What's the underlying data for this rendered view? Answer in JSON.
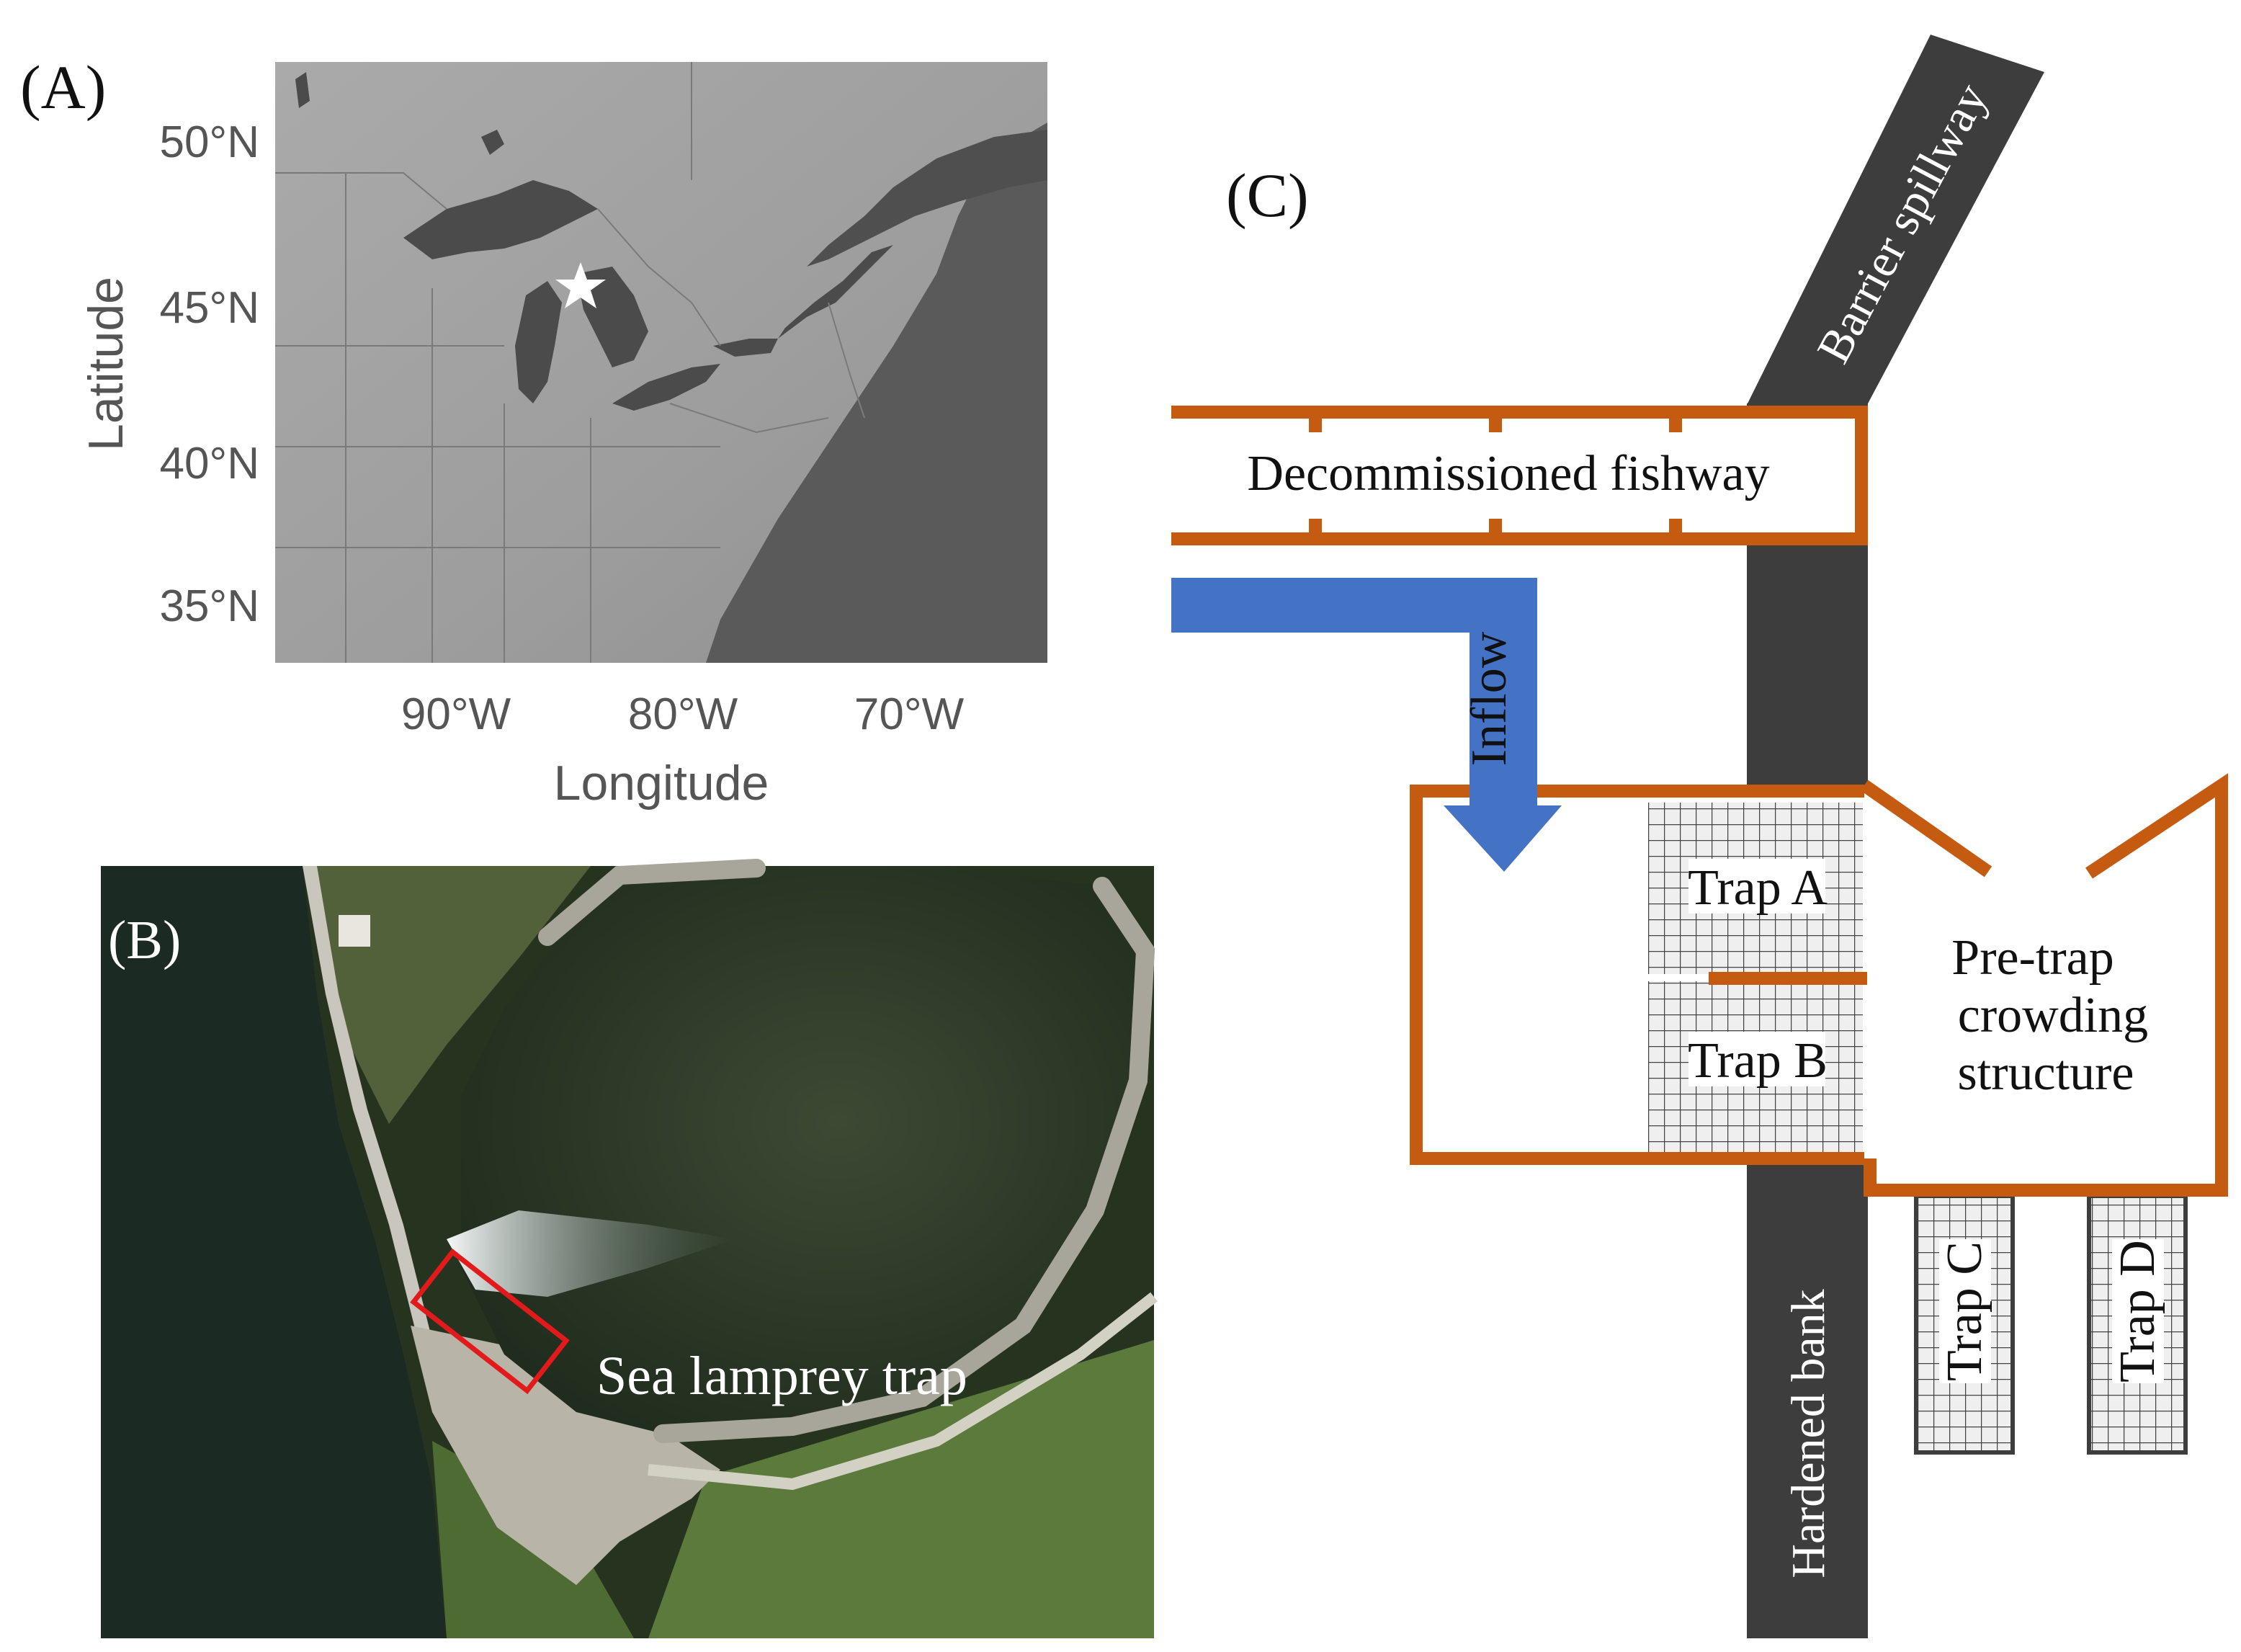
{
  "panel_a": {
    "label": "(A)",
    "x_axis": {
      "title": "Longitude",
      "ticks": [
        "90°W",
        "80°W",
        "70°W"
      ]
    },
    "y_axis": {
      "title": "Latitude",
      "ticks": [
        "50°N",
        "45°N",
        "40°N",
        "35°N"
      ]
    },
    "marker": "star-icon",
    "colors": {
      "land": "#9a9a9a",
      "water": "#4f4f4f",
      "ocean": "#575757"
    }
  },
  "panel_b": {
    "label": "(B)",
    "annotation": "Sea lamprey trap",
    "colors": {
      "outline": "#e31a1c"
    }
  },
  "panel_c": {
    "label": "(C)",
    "labels": {
      "barrier_spillway": "Barrier spillway",
      "decommissioned_fishway": "Decommissioned fishway",
      "inflow": "Inflow",
      "trap_a": "Trap A",
      "trap_b": "Trap B",
      "trap_c": "Trap C",
      "trap_d": "Trap D",
      "pre_trap_1": "Pre-trap",
      "pre_trap_2": "crowding",
      "pre_trap_3": "structure",
      "hardened_bank": "Hardened bank"
    },
    "colors": {
      "structure": "#c55a11",
      "flow": "#4472c4",
      "bank": "#3d3d3d"
    }
  }
}
